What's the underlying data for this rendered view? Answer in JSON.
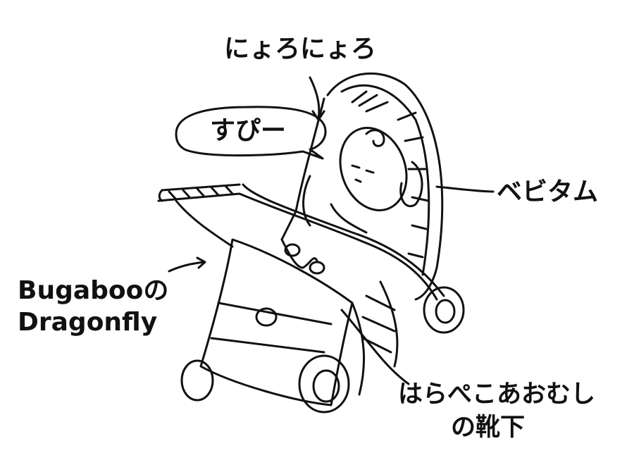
{
  "labels": {
    "wriggle": "にょろにょろ",
    "sleep_sound": "すぴー",
    "toy": "ベビタム",
    "stroller_line1": "Bugabooの",
    "stroller_line2": "Dragonfly",
    "socks_line1": "はらぺこあおむし",
    "socks_line2": "の靴下"
  }
}
